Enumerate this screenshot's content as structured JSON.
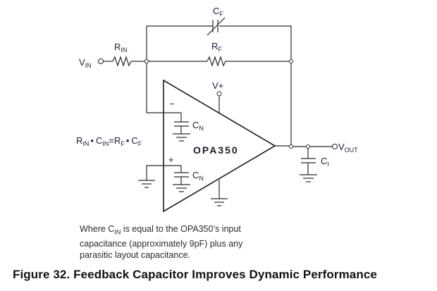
{
  "diagram": {
    "type": "op-amp circuit schematic",
    "amplifier": {
      "name": "OPA350",
      "supply_label": "V+",
      "inverting_sign": "−",
      "noninverting_sign": "+"
    },
    "components": {
      "cf": {
        "base": "C",
        "sub": "F"
      },
      "rf": {
        "base": "R",
        "sub": "F"
      },
      "rin": {
        "base": "R",
        "sub": "IN"
      },
      "cn_top": {
        "base": "C",
        "sub": "N"
      },
      "cn_bottom": {
        "base": "C",
        "sub": "N"
      },
      "cl": {
        "base": "C",
        "sub": "l"
      }
    },
    "terminals": {
      "vin": {
        "base": "V",
        "sub": "IN"
      },
      "vout": {
        "base": "V",
        "sub": "OUT"
      }
    },
    "equation": {
      "r_in": "R",
      "r_in_sub": "IN",
      "dot1": "•",
      "c_in": "C",
      "c_in_sub": "IN",
      "equals": "=",
      "r_f": "R",
      "r_f_sub": "F",
      "dot2": "•",
      "c_f": "C",
      "c_f_sub": "F"
    }
  },
  "note": {
    "part1": "Where C",
    "sub": "IN",
    "part2": " is equal to the OPA350’s input capacitance (approximately 9pF) plus any parasitic layout capacitance."
  },
  "caption": "Figure 32.  Feedback Capacitor Improves Dynamic Performance"
}
